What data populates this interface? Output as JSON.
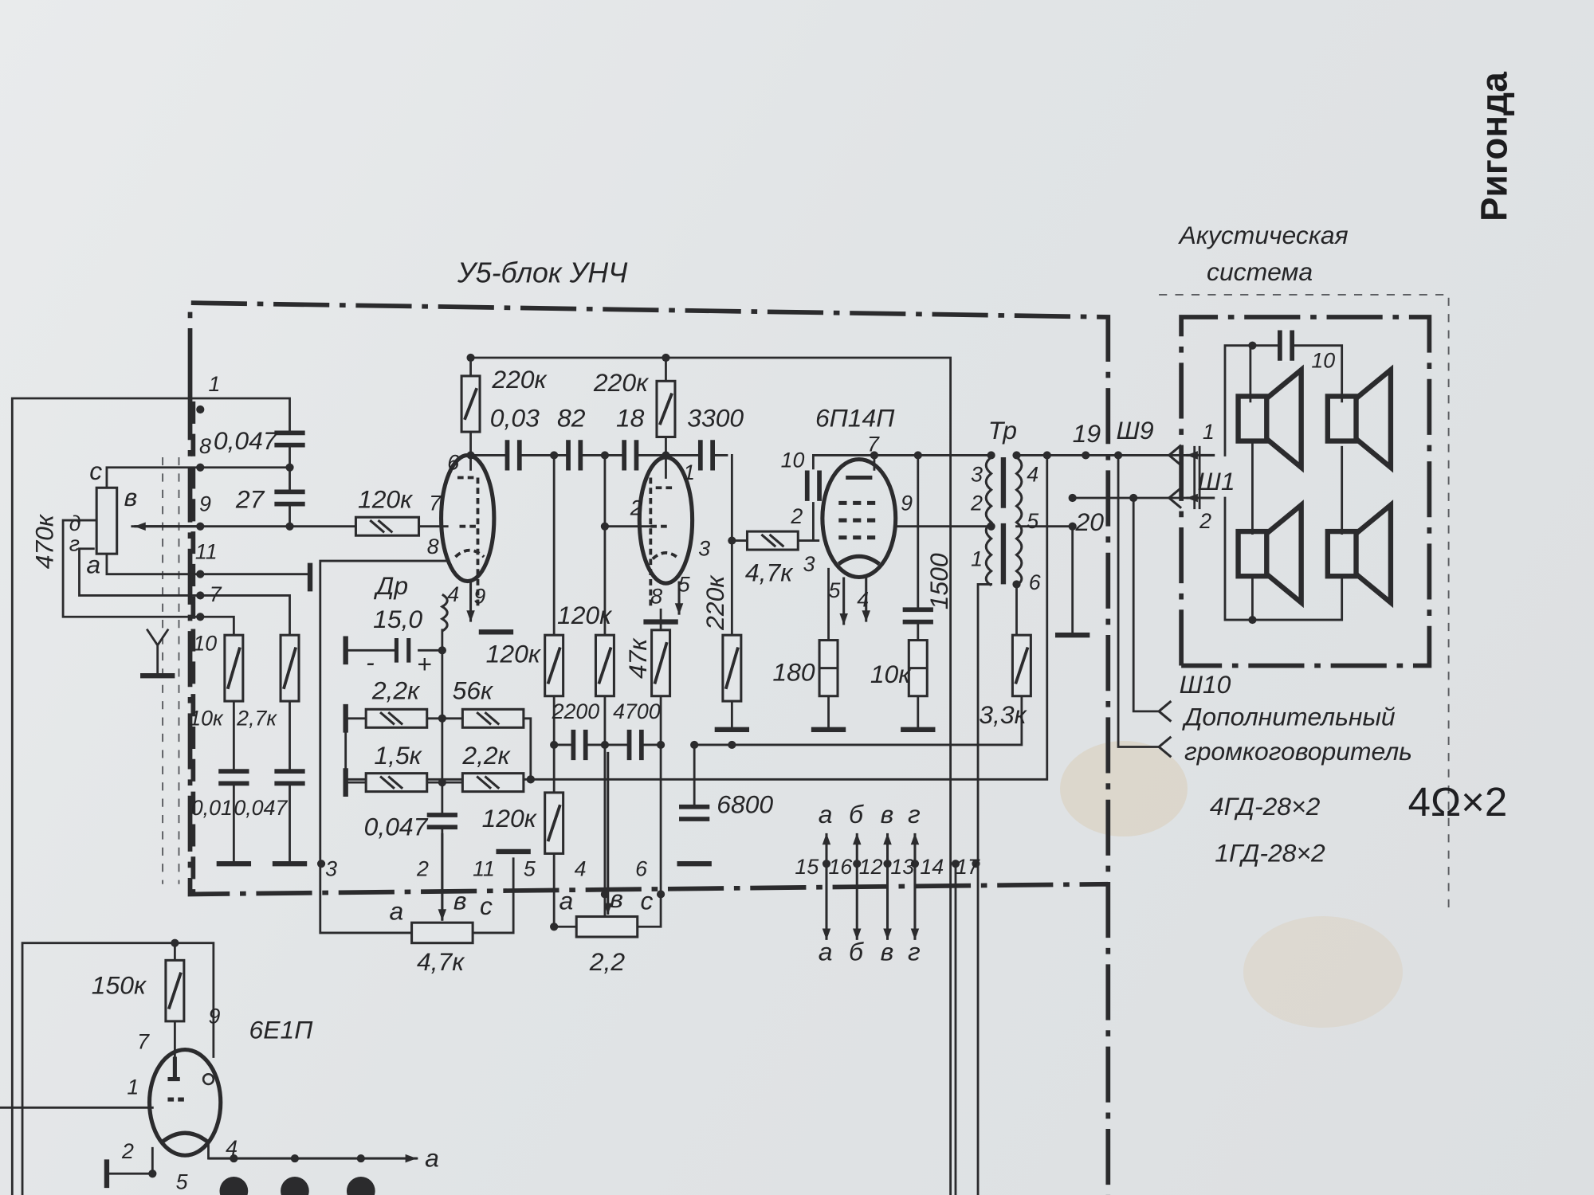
{
  "title": "У5-блок УНЧ",
  "brand": "Ригонда",
  "tubes": {
    "output": "6П14П",
    "indicator": "6Е1П"
  },
  "transformer": "Тр",
  "choke": {
    "name": "Др",
    "cap": "15,0",
    "minus": "-",
    "plus": "+"
  },
  "components": {
    "r_220k_a": "220к",
    "r_220k_b": "220к",
    "c_003": "0,03",
    "c_82": "82",
    "c_18": "18",
    "c_3300": "3300",
    "c_0047_in": "0,047",
    "c_27": "27",
    "r_120k_grid": "120к",
    "r_470k": "470к",
    "r_120k_c": "120к",
    "r_120k_d": "120к",
    "r_47k": "47к",
    "r_220k_c": "220к",
    "r_4_7k": "4,7к",
    "r_180": "180",
    "r_10k_cath": "10к",
    "c_1500": "1500",
    "r_3_3k": "3,3к",
    "r_2_2k_a": "2,2к",
    "r_56k": "56к",
    "r_1_5k": "1,5к",
    "r_2_2k_b": "2,2к",
    "c_0047_mid": "0,047",
    "r_120k_fb": "120к",
    "c_2200": "2200",
    "c_4700": "4700",
    "c_6800": "6800",
    "r_10k_tone": "10к",
    "r_2_7k": "2,7к",
    "c_001": "0,01",
    "c_0047_tone": "0,047",
    "pot_4_7k": "4,7к",
    "pot_2_2": "2,2",
    "r_150k": "150к"
  },
  "connector_pins": {
    "p1": "1",
    "p8": "8",
    "p9": "9",
    "p11": "11",
    "p7": "7",
    "p10": "10",
    "p3": "3",
    "p2": "2",
    "p11b": "11",
    "p5": "5",
    "p4": "4",
    "p6": "6",
    "p19": "19",
    "p20": "20",
    "p15": "15",
    "p16": "16",
    "p12": "12",
    "p13": "13",
    "p14": "14",
    "p17": "17"
  },
  "pot_letters": {
    "c": "с",
    "v": "в",
    "d": "д",
    "g": "г",
    "a": "а"
  },
  "tube1_pins": [
    "6",
    "7",
    "8",
    "4",
    "9"
  ],
  "tube2_pins": [
    "1",
    "2",
    "3",
    "5",
    "8"
  ],
  "tube3_pins": [
    "10",
    "7",
    "2",
    "3",
    "9",
    "5",
    "4"
  ],
  "tr_pins": [
    "3",
    "2",
    "1",
    "4",
    "5",
    "6"
  ],
  "indicator_pins": [
    "7",
    "9",
    "1",
    "2",
    "5",
    "4"
  ],
  "indicator_out": "а",
  "bus_letters": [
    "а",
    "б",
    "в",
    "г"
  ],
  "jack_sh9": "Ш9",
  "speaker_system": {
    "line1": "Акустическая",
    "line2": "система",
    "connector": "Ш1",
    "pin1": "1",
    "pin2": "2",
    "cap": "10"
  },
  "extra_speaker": {
    "connector": "Ш10",
    "line1": "Дополнительный",
    "line2": "громкоговоритель"
  },
  "speaker_specs": [
    "4ГД-28×2",
    "1ГД-28×2"
  ],
  "handwritten_note": "4Ω×2"
}
